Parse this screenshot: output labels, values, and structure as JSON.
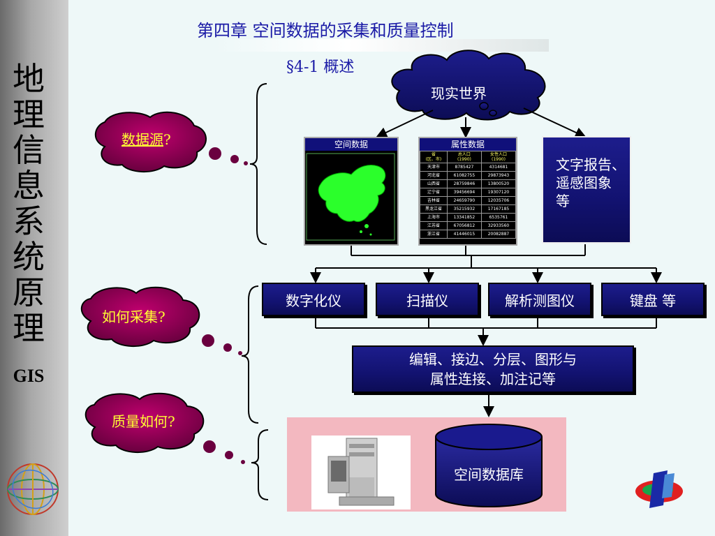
{
  "sidebar": {
    "title_chars": [
      "地",
      "理",
      "信",
      "息",
      "系",
      "统",
      "原",
      "理"
    ],
    "abbr": "GIS"
  },
  "header": {
    "title": "第四章  空间数据的采集和质量控制",
    "subtitle": "§4-1  概述"
  },
  "questions": {
    "source": {
      "label": "数据源",
      "mark": "?"
    },
    "collect": {
      "label": "如何采集?"
    },
    "quality": {
      "label": "质量如何?"
    }
  },
  "real_world": "现实世界",
  "data_types": {
    "spatial": {
      "title": "空间数据"
    },
    "attribute": {
      "title": "属性数据",
      "headers": [
        "省\n(区、市)",
        "总人口\n(1990)",
        "女性人口\n(1990)"
      ],
      "rows": [
        [
          "天津市",
          "8785427",
          "4314681"
        ],
        [
          "河北省",
          "61082755",
          "29873943"
        ],
        [
          "山西省",
          "28759846",
          "13800520"
        ],
        [
          "辽宁省",
          "39456694",
          "19307120"
        ],
        [
          "吉林省",
          "24659790",
          "12035706"
        ],
        [
          "黑龙江省",
          "35215932",
          "17167185"
        ],
        [
          "上海市",
          "13341852",
          "6535761"
        ],
        [
          "江苏省",
          "67056812",
          "32933560"
        ],
        [
          "浙江省",
          "41446015",
          "20082887"
        ]
      ]
    },
    "text": {
      "label": "文字报告、\n遥感图象\n等"
    }
  },
  "devices": [
    "数字化仪",
    "扫描仪",
    "解析测图仪",
    "键盘  等"
  ],
  "processing": "编辑、接边、分层、图形与\n属性连接、加注记等",
  "database": "空间数据库",
  "colors": {
    "box_fill": "#121270",
    "cloud_fill": "#8b005a",
    "cloud_text": "#ffff33",
    "title_blue": "#1a1aa6"
  }
}
